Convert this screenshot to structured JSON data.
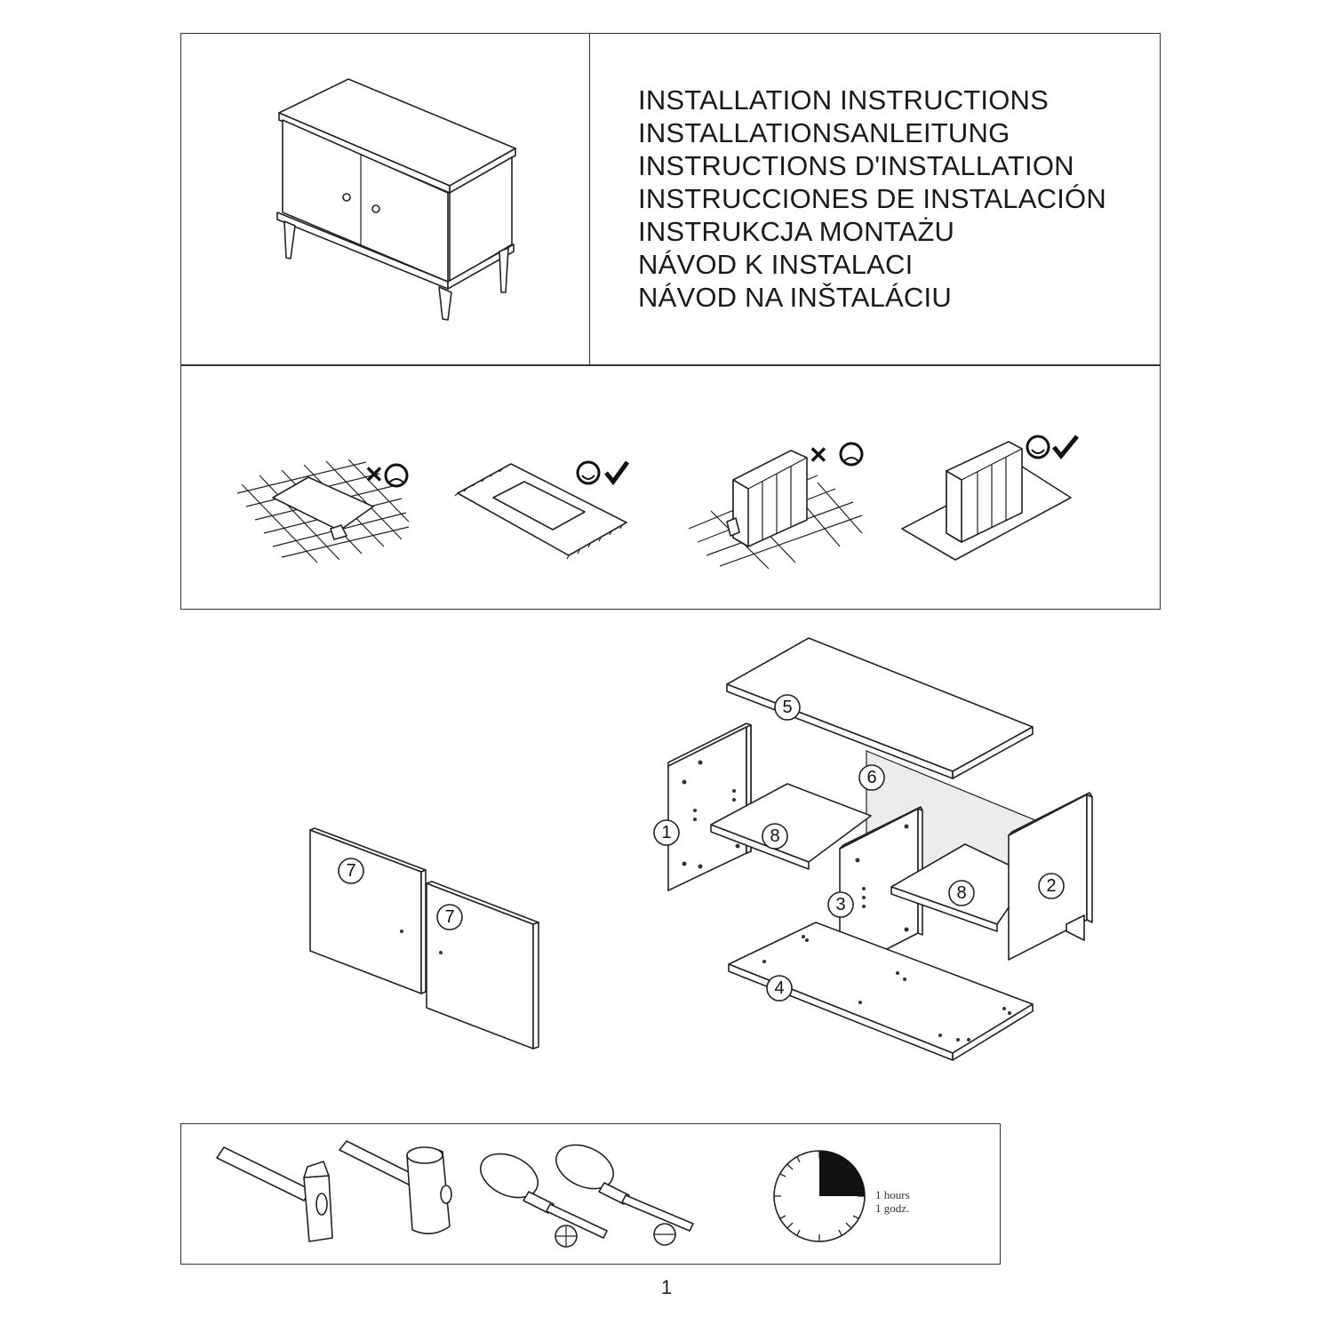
{
  "title_lines": [
    "INSTALLATION INSTRUCTIONS",
    "INSTALLATIONSANLEITUNG",
    "INSTRUCTIONS D'INSTALLATION",
    "INSTRUCCIONES DE INSTALACIÓN",
    "INSTRUKCJA MONTAŻU",
    "NÁVOD K INSTALACI",
    "NÁVOD NA INŠTALÁCIU"
  ],
  "part_numbers": {
    "p1": "1",
    "p2": "2",
    "p3": "3",
    "p4": "4",
    "p5": "5",
    "p6": "6",
    "p7a": "7",
    "p7b": "7",
    "p8a": "8",
    "p8b": "8"
  },
  "time_estimate": {
    "line1": "1 hours",
    "line2": "1 godz.",
    "clock_filled_fraction": 0.25
  },
  "page_number": "1"
}
